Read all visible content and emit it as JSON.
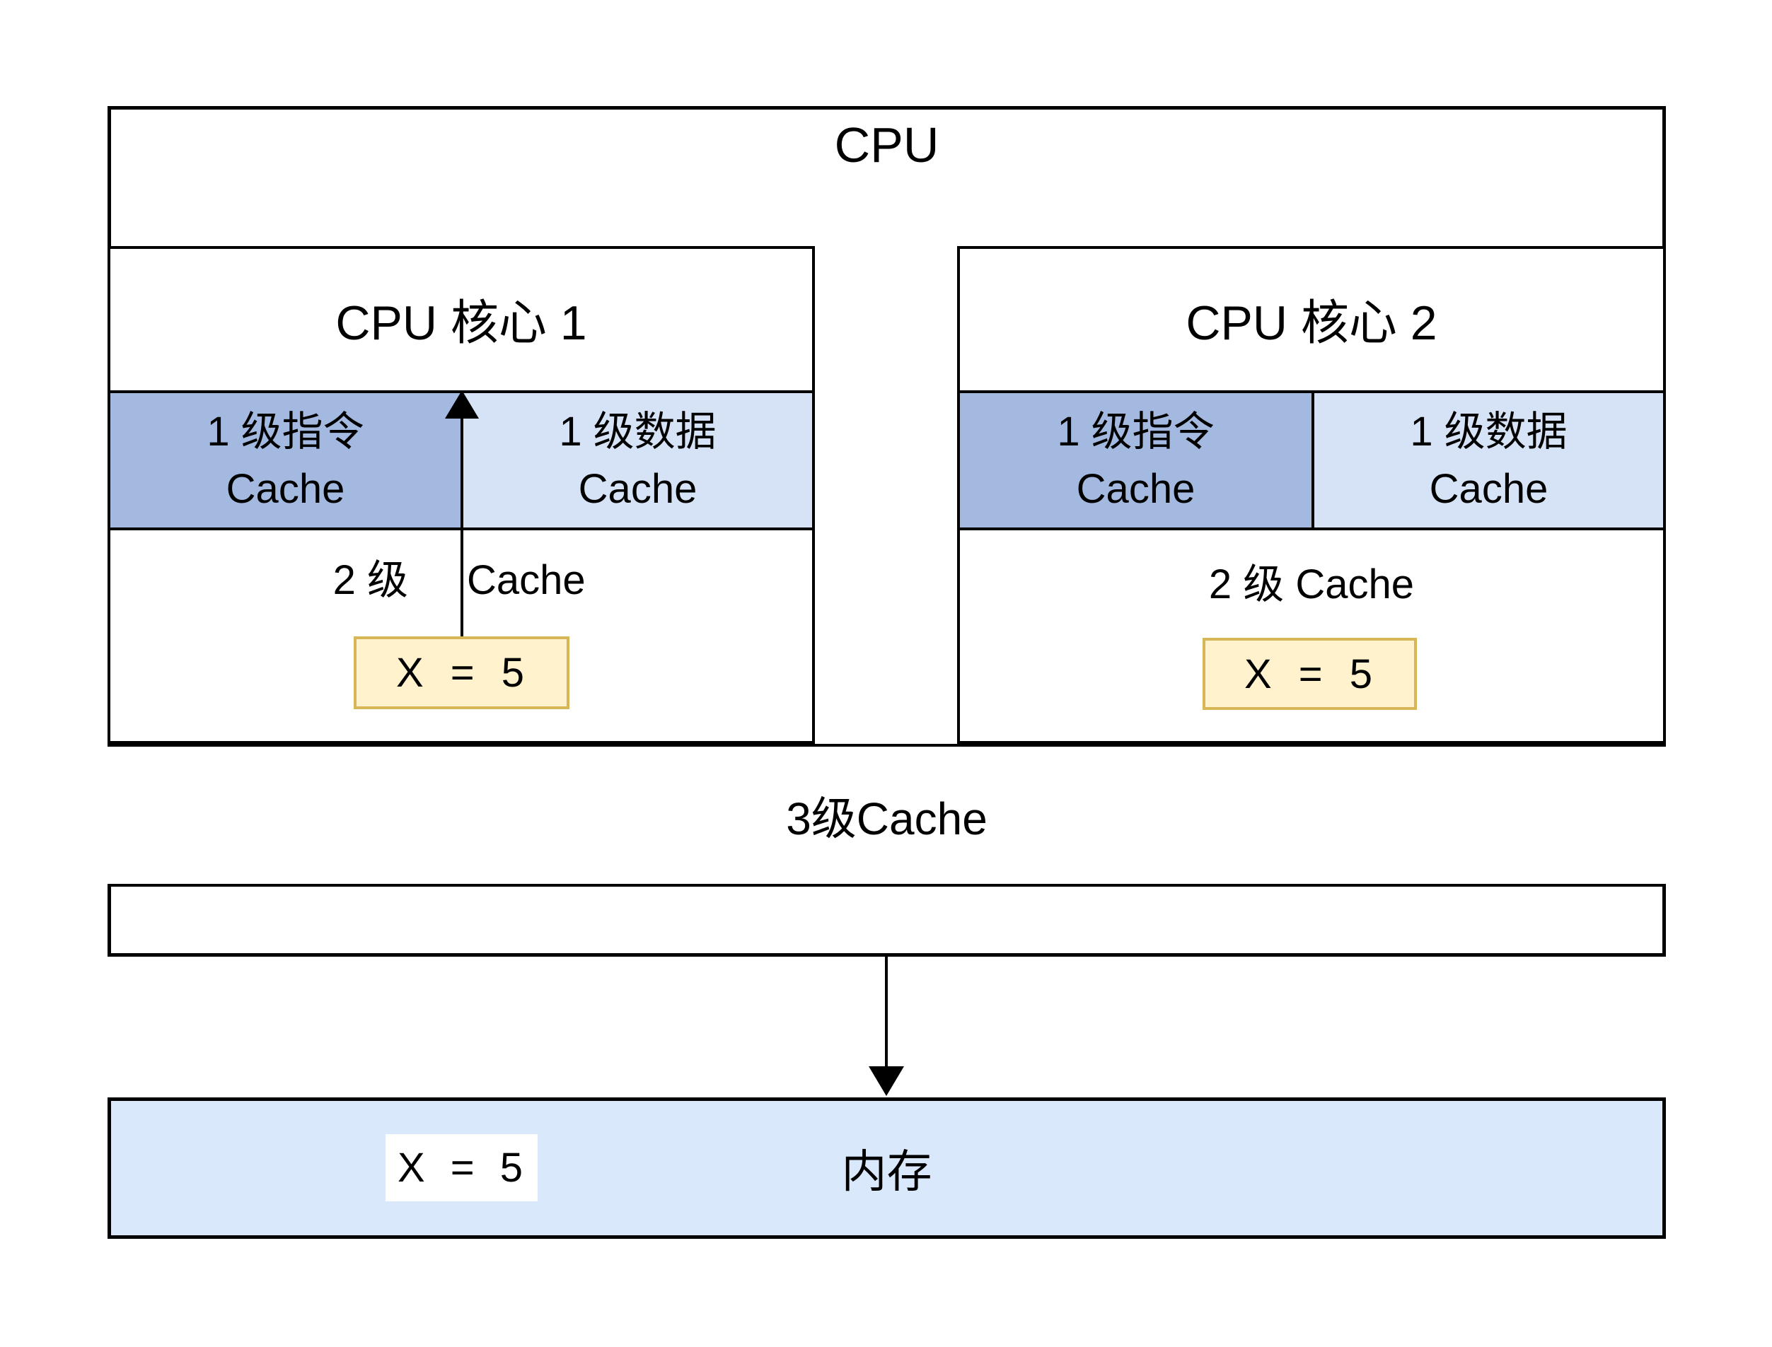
{
  "title": "CPU",
  "core1": {
    "title": "CPU 核心 1",
    "l1i_label": "1 级指令\nCache",
    "l1d_label": "1 级数据\nCache",
    "l2_label_prefix": "2 级",
    "l2_label_suffix": "Cache",
    "x_value": "X = 5"
  },
  "core2": {
    "title": "CPU 核心 2",
    "l1i_label": "1 级指令\nCache",
    "l1d_label": "1 级数据\nCache",
    "l2_label": "2 级 Cache",
    "x_value": "X = 5"
  },
  "l3": {
    "label": "3级Cache"
  },
  "memory": {
    "label": "内存",
    "x_value": "X = 5"
  },
  "colors": {
    "line_color": "#000000",
    "l1i_fill": "#A3B9E0",
    "l1d_fill": "#D6E2F5",
    "memory_fill": "#DAE8FC",
    "xbox_fill": "#FFF2CC",
    "xbox_border": "#D6B656"
  }
}
